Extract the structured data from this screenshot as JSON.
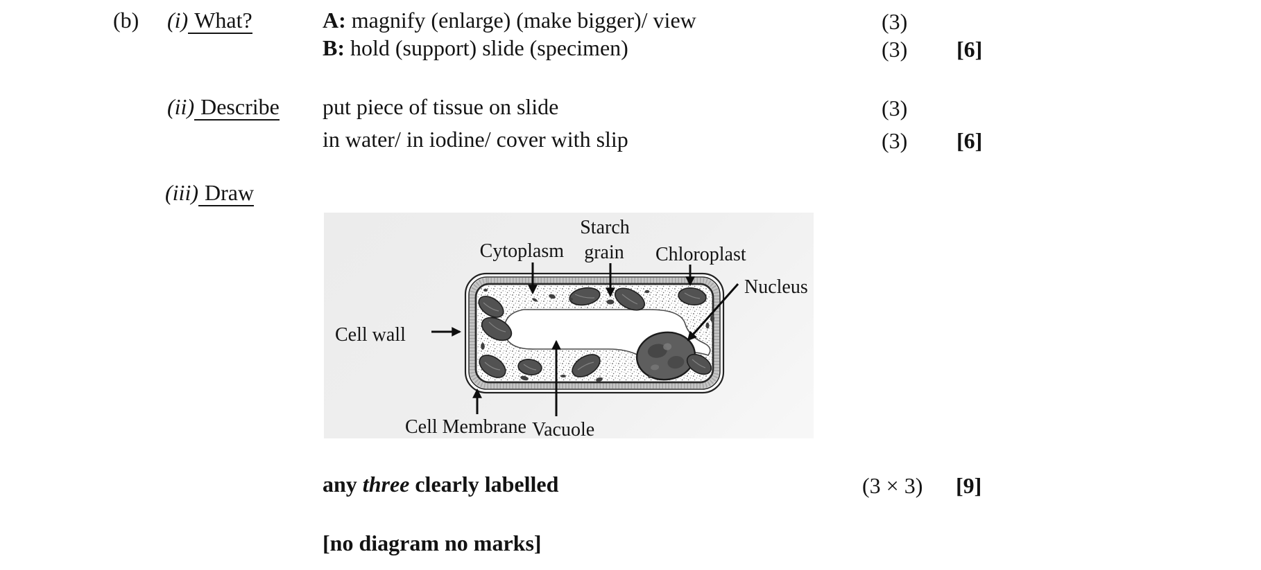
{
  "page": {
    "background": "#ffffff"
  },
  "scan": {
    "background": "#efefef"
  },
  "marking_scheme": {
    "part_label": "(b)",
    "item_i": {
      "numeral": "(i)",
      "heading": "What?"
    },
    "item_ii": {
      "numeral": "(ii)",
      "heading": "Describe"
    },
    "item_iii": {
      "numeral": "(iii)",
      "heading": "Draw"
    },
    "answers": {
      "a_prefix": "A:",
      "a_text": " magnify (enlarge) (make bigger)/ view",
      "a_mark": "(3)",
      "b_prefix": "B:",
      "b_text": " hold (support) slide (specimen)",
      "b_mark": "(3)",
      "ab_total": "[6]",
      "d1_text": "put piece of tissue on slide",
      "d1_mark": "(3)",
      "d2_text": "in water/ in iodine/ cover with slip",
      "d2_mark": "(3)",
      "d_total": "[6]"
    },
    "footer": {
      "note_lead": "any ",
      "note_emph": "three",
      "note_rest": " clearly labelled",
      "mark": "(3 × 3)",
      "total": "[9]",
      "warning": "[no diagram no marks]"
    }
  },
  "diagram": {
    "labels": {
      "starch_line1": "Starch",
      "starch_line2": "grain",
      "cytoplasm": "Cytoplasm",
      "chloroplast": "Chloroplast",
      "nucleus": "Nucleus",
      "cell_wall": "Cell wall",
      "cell_membrane": "Cell Membrane",
      "vacuole": "Vacuole"
    }
  }
}
